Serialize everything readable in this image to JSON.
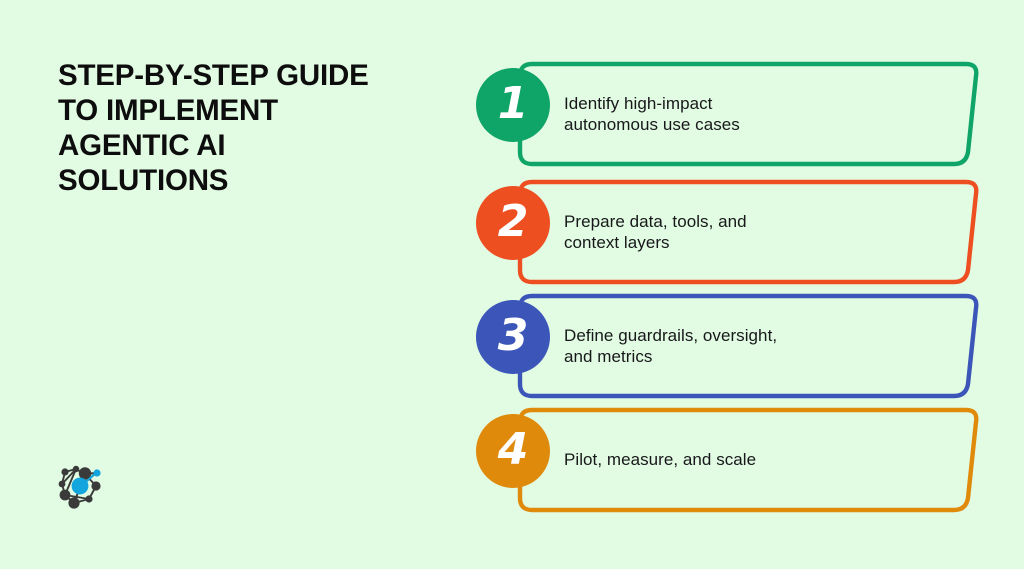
{
  "background_color": "#e2fbe3",
  "heading": {
    "text": "Step-by-Step Guide\nto Implement\nAgentic AI\nSolutions",
    "color": "#0d0d0d"
  },
  "logo": {
    "name": "network-nodes-logo",
    "node_color": "#3a3a3a",
    "accent_color": "#13a5dd"
  },
  "steps": [
    {
      "number": "1",
      "text": "Identify high-impact\nautonomous use cases",
      "color": "#0fa468"
    },
    {
      "number": "2",
      "text": "Prepare data, tools, and\ncontext layers",
      "color": "#ee4f21"
    },
    {
      "number": "3",
      "text": "Define guardrails, oversight,\nand metrics",
      "color": "#3b56b8"
    },
    {
      "number": "4",
      "text": "Pilot, measure, and scale",
      "color": "#e08a0c"
    }
  ]
}
